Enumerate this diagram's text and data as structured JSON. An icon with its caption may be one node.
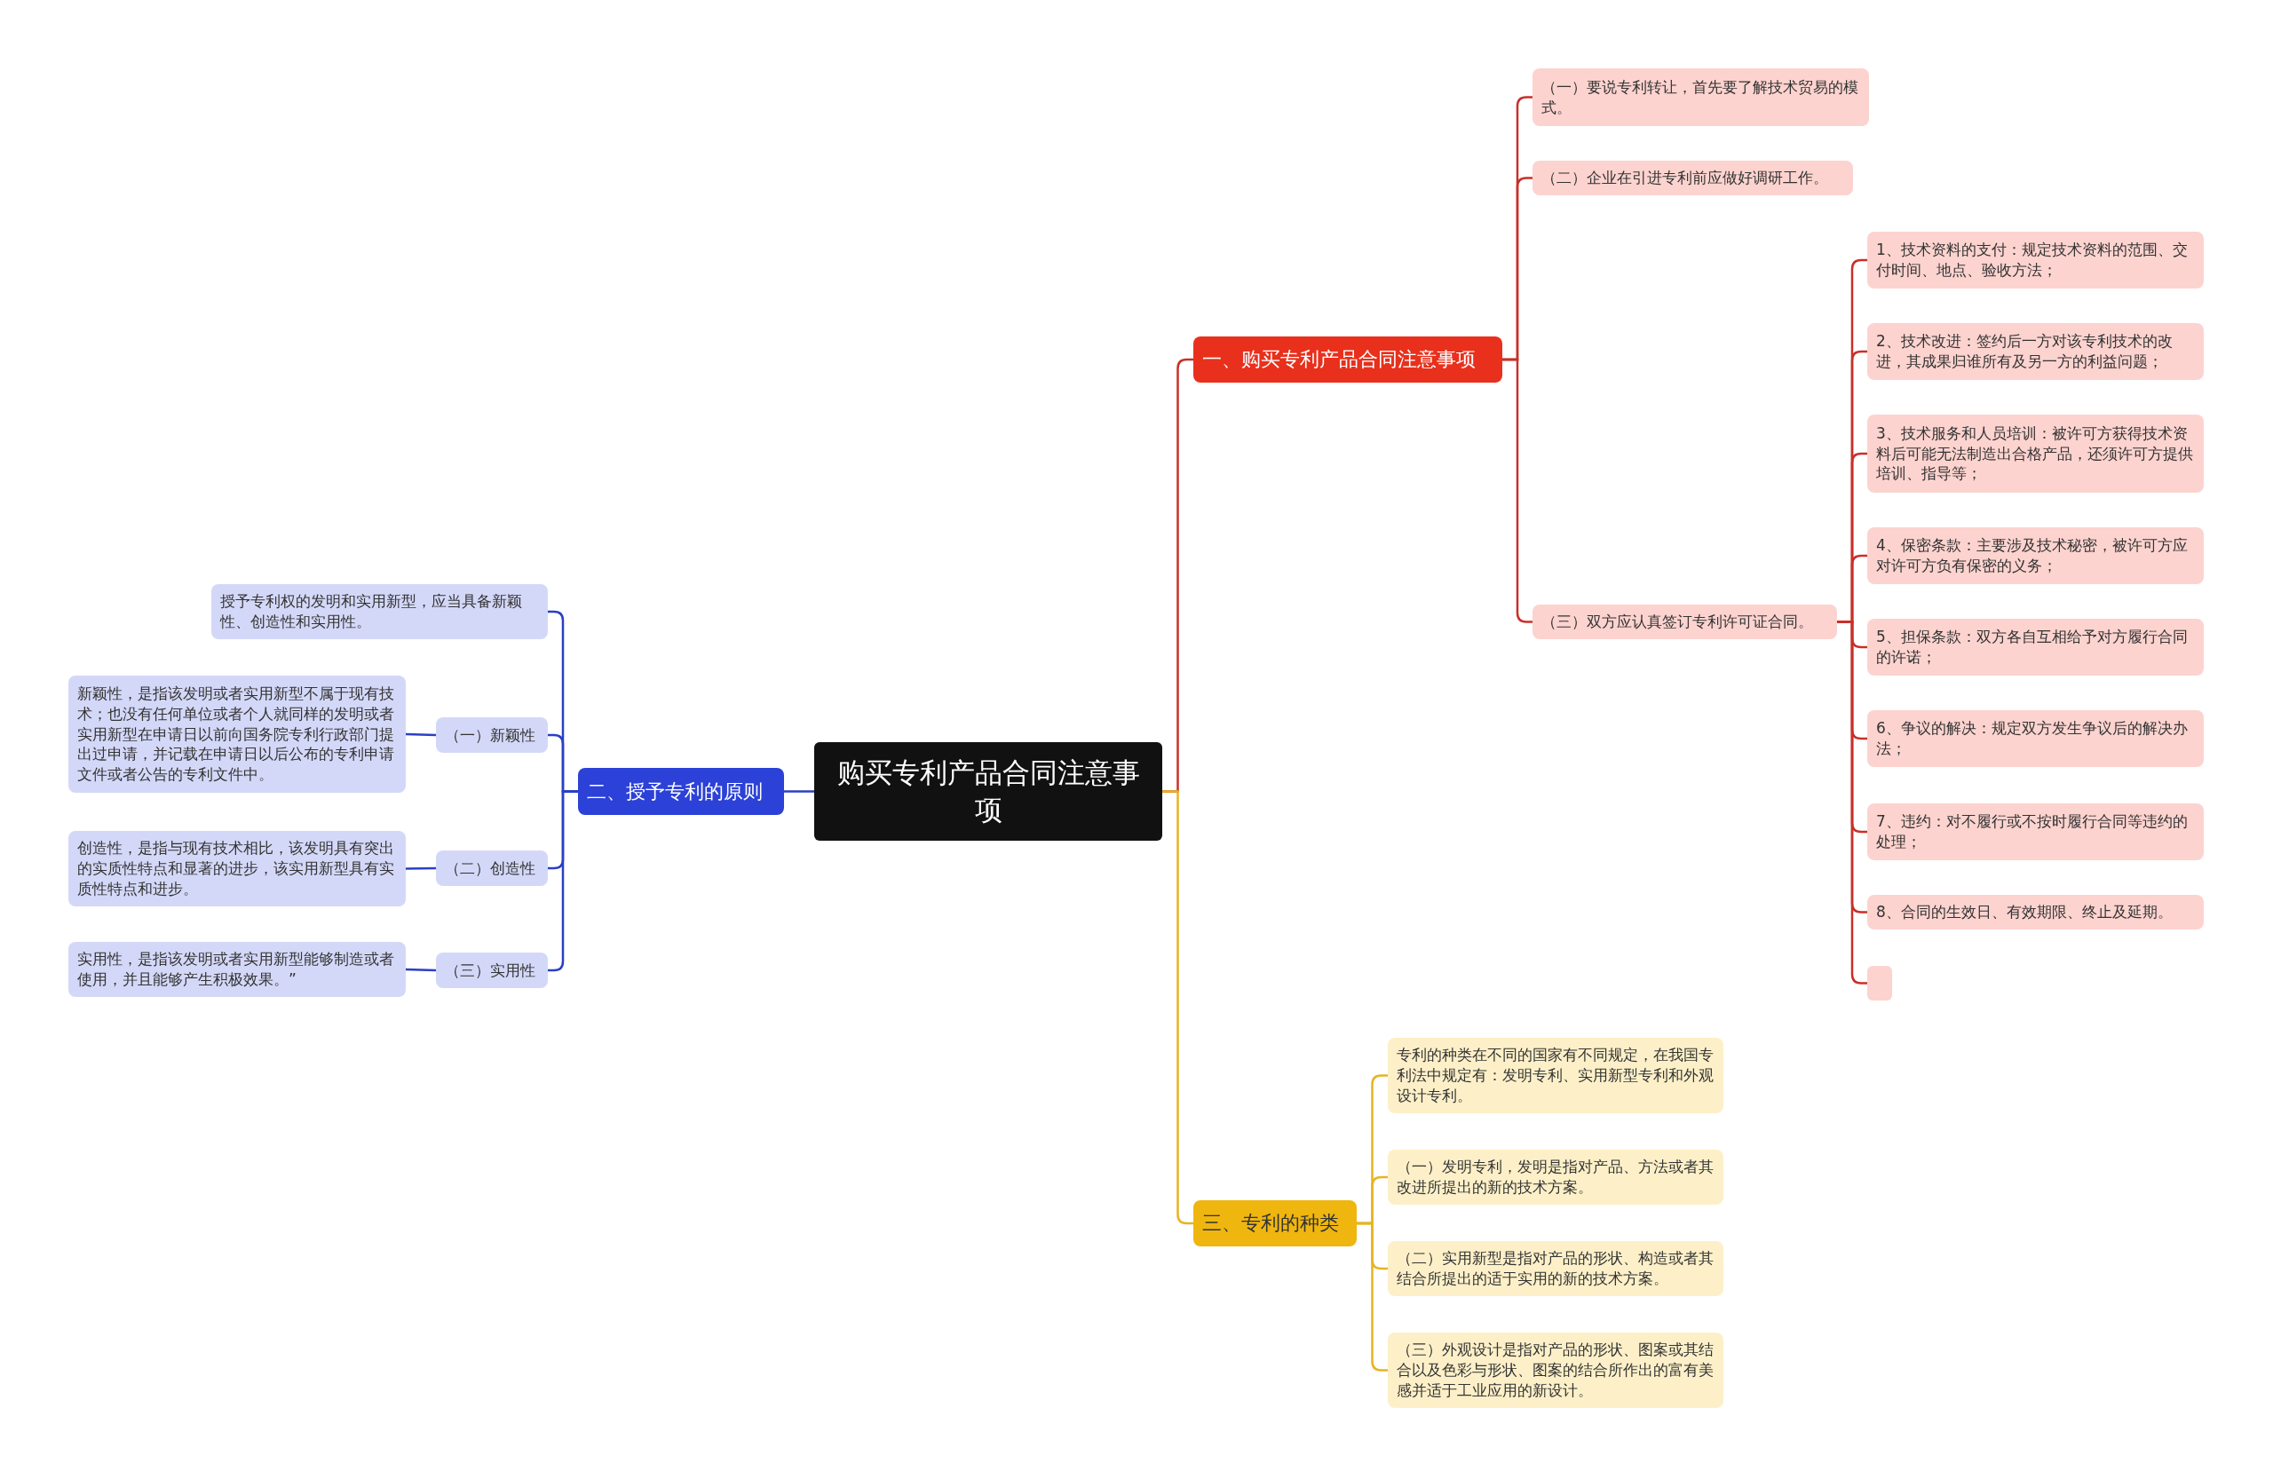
{
  "diagram": {
    "nodes": [
      {
        "text": [
          "购买专利产品合同注意事项"
        ]
      },
      {
        "text": [
          "一、购买专利产品合同注意事项"
        ]
      },
      {
        "text": [
          "（一）要说专利转让，首先要了解技术贸易的模式。"
        ]
      },
      {
        "text": [
          "（二）企业在引进专利前应做好调研工作。"
        ]
      },
      {
        "text": [
          "（三）双方应认真签订专利许可证合同。"
        ]
      },
      {
        "text": [
          "1、技术资料的支付：规定技术资料的范围、交付时间、地点、验收方法；"
        ]
      },
      {
        "text": [
          "2、技术改进：签约后一方对该专利技术的改进，其成果归谁所有及另一方的利益问题；"
        ]
      },
      {
        "text": [
          "3、技术服务和人员培训：被许可方获得技术资料后可能无法制造出合格产品，还须许可方提供培训、指导等；"
        ]
      },
      {
        "text": [
          "4、保密条款：主要涉及技术秘密，被许可方应对许可方负有保密的义务；"
        ]
      },
      {
        "text": [
          "5、担保条款：双方各自互相给予对方履行合同的许诺；"
        ]
      },
      {
        "text": [
          "6、争议的解决：规定双方发生争议后的解决办法；"
        ]
      },
      {
        "text": [
          "7、违约：对不履行或不按时履行合同等违约的处理；"
        ]
      },
      {
        "text": [
          "8、合同的生效日、有效期限、终止及延期。"
        ]
      },
      {
        "text": [],
        "shape": "box"
      },
      {
        "text": [
          "二、授予专利的原则"
        ]
      },
      {
        "text": [
          "授予专利权的发明和实用新型，应当具备新颖性、创造性和实用性。"
        ]
      },
      {
        "text": [
          "（一）新颖性"
        ]
      },
      {
        "text": [
          "新颖性，是指该发明或者实用新型不属于现有技术；也没有任何单位或者个人就同样的发明或者实用新型在申请日以前向国务院专利行政部门提出过申请，并记载在申请日以后公布的专利申请文件或者公告的专利文件中。"
        ]
      },
      {
        "text": [
          "（二）创造性"
        ]
      },
      {
        "text": [
          "创造性，是指与现有技术相比，该发明具有突出的实质性特点和显著的进步，该实用新型具有实质性特点和进步。"
        ]
      },
      {
        "text": [
          "（三）实用性"
        ]
      },
      {
        "text": [
          "实用性，是指该发明或者实用新型能够制造或者使用，并且能够产生积极效果。”"
        ]
      },
      {
        "text": [
          "三、专利的种类"
        ]
      },
      {
        "text": [
          "专利的种类在不同的国家有不同规定，在我国专利法中规定有：发明专利、实用新型专利和外观设计专利。"
        ]
      },
      {
        "text": [
          "（一）发明专利，发明是指对产品、方法或者其改进所提出的新的技术方案。"
        ]
      },
      {
        "text": [
          "（二）实用新型是指对产品的形状、构造或者其结合所提出的适于实用的新的技术方案。"
        ]
      },
      {
        "text": [
          "（三）外观设计是指对产品的形状、图案或其结合以及色彩与形状、图案的结合所作出的富有美感并适于工业应用的新设计。"
        ]
      }
    ],
    "edges": [
      {
        "from": 0,
        "to": 1,
        "arrow": "none"
      },
      {
        "from": 1,
        "to": 2,
        "arrow": "none"
      },
      {
        "from": 1,
        "to": 3,
        "arrow": "none"
      },
      {
        "from": 1,
        "to": 4,
        "arrow": "none"
      },
      {
        "from": 4,
        "to": 5,
        "arrow": "none"
      },
      {
        "from": 4,
        "to": 6,
        "arrow": "none"
      },
      {
        "from": 4,
        "to": 7,
        "arrow": "none"
      },
      {
        "from": 4,
        "to": 8,
        "arrow": "none"
      },
      {
        "from": 4,
        "to": 9,
        "arrow": "none"
      },
      {
        "from": 4,
        "to": 10,
        "arrow": "none"
      },
      {
        "from": 4,
        "to": 11,
        "arrow": "none"
      },
      {
        "from": 4,
        "to": 12,
        "arrow": "none"
      },
      {
        "from": 4,
        "to": 13,
        "arrow": "none"
      },
      {
        "from": 0,
        "to": 14,
        "arrow": "none",
        "color": "#2b3fc4"
      },
      {
        "from": 14,
        "to": 15,
        "arrow": "none",
        "color": "#2b3fc4"
      },
      {
        "from": 14,
        "to": 16,
        "arrow": "none",
        "color": "#2b3fc4"
      },
      {
        "from": 14,
        "to": 18,
        "arrow": "none",
        "color": "#2b3fc4"
      },
      {
        "from": 14,
        "to": 20,
        "arrow": "none",
        "color": "#2b3fc4"
      },
      {
        "from": 16,
        "to": 17,
        "arrow": "none",
        "color": "#2b3fc4"
      },
      {
        "from": 18,
        "to": 19,
        "arrow": "none",
        "color": "#2b3fc4"
      },
      {
        "from": 20,
        "to": 21,
        "arrow": "none",
        "color": "#2b3fc4"
      },
      {
        "from": 0,
        "to": 22,
        "arrow": "none",
        "color": "#e6b422"
      },
      {
        "from": 22,
        "to": 23,
        "arrow": "none",
        "color": "#e6b422"
      },
      {
        "from": 22,
        "to": 24,
        "arrow": "none",
        "color": "#e6b422"
      },
      {
        "from": 22,
        "to": 25,
        "arrow": "none",
        "color": "#e6b422"
      },
      {
        "from": 22,
        "to": 26,
        "arrow": "none",
        "color": "#e6b422"
      }
    ]
  }
}
